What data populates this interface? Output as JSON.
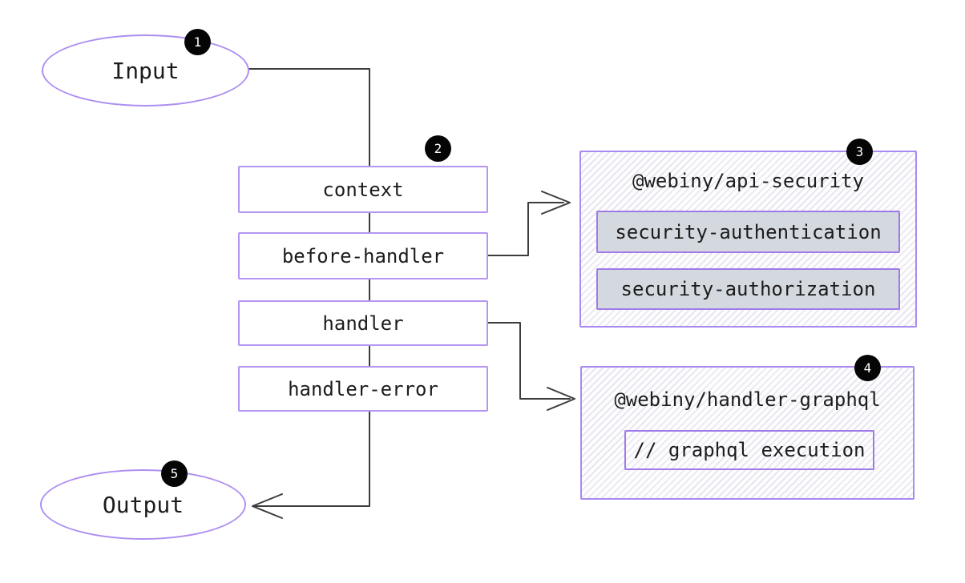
{
  "diagram": {
    "title_hint": "request lifecycle flow",
    "colors": {
      "accent_purple": "#ae8ff1",
      "inner_purple": "#a07ae8",
      "line": "#3c3c3c",
      "text": "#1c1c1c",
      "plugin_item_fill": "#d4d8df",
      "hatch_stripe": "#e6e3ef",
      "badge_bg": "#050505",
      "badge_text": "#ffffff"
    },
    "nodes": {
      "input": {
        "label": "Input",
        "badge": "1"
      },
      "context": {
        "label": "context",
        "badge": "2"
      },
      "before_handler": {
        "label": "before-handler"
      },
      "handler": {
        "label": "handler"
      },
      "handler_error": {
        "label": "handler-error"
      },
      "output": {
        "label": "Output",
        "badge": "5"
      },
      "api_security": {
        "title": "@webiny/api-security",
        "badge": "3",
        "items": [
          "security-authentication",
          "security-authorization"
        ]
      },
      "handler_graphql": {
        "title": "@webiny/handler-graphql",
        "badge": "4",
        "items": [
          "// graphql execution"
        ]
      }
    }
  }
}
